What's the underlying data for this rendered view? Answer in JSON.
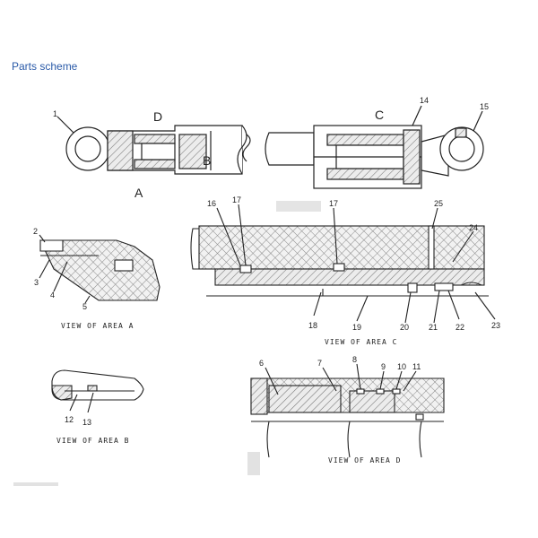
{
  "header": {
    "title": "Parts scheme"
  },
  "diagram": {
    "main_letters": {
      "a": "A",
      "b": "B",
      "c": "C",
      "d": "D"
    },
    "callouts": {
      "c1": "1",
      "c2": "2",
      "c3": "3",
      "c4": "4",
      "c5": "5",
      "c6": "6",
      "c7": "7",
      "c8": "8",
      "c9": "9",
      "c10": "10",
      "c11": "11",
      "c12": "12",
      "c13": "13",
      "c14": "14",
      "c15": "15",
      "c16": "16",
      "c17a": "17",
      "c17b": "17",
      "c18": "18",
      "c19": "19",
      "c20": "20",
      "c21": "21",
      "c22": "22",
      "c23": "23",
      "c24": "24",
      "c25": "25"
    },
    "captions": {
      "area_a": "VIEW OF AREA A",
      "area_b": "VIEW OF AREA B",
      "area_c": "VIEW OF AREA C",
      "area_d": "VIEW OF AREA D"
    }
  }
}
